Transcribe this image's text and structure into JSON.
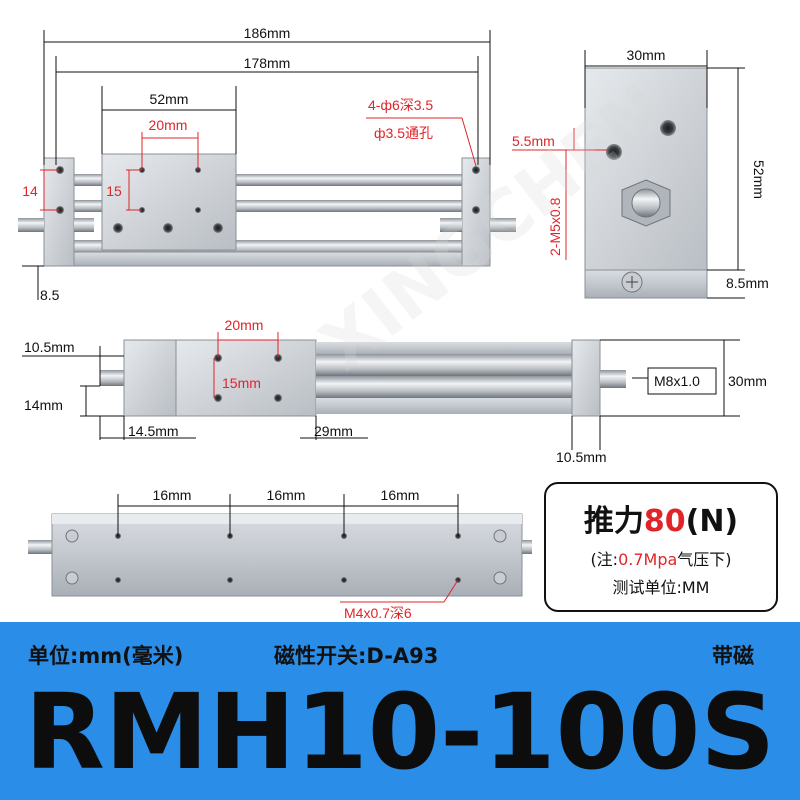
{
  "top_view": {
    "overall_length": "186mm",
    "rail_length": "178mm",
    "slider_length": "52mm",
    "hole_pitch": "20mm",
    "left_height": "14",
    "hole_spacing": "15",
    "bottom_offset": "8.5",
    "hole_note_line1": "4-ф6深3.5",
    "hole_note_line2": "ф3.5通孔"
  },
  "end_view": {
    "width": "30mm",
    "hole_offset": "5.5mm",
    "thread_spec": "2-M5x0.8",
    "height": "52mm",
    "base_height": "8.5mm"
  },
  "side_view": {
    "left_gap": "10.5mm",
    "left_height": "14mm",
    "left_width": "14.5mm",
    "hole_pitch_h": "20mm",
    "hole_pitch_v": "15mm",
    "block_width": "29mm",
    "thread": "M8x1.0",
    "height": "30mm",
    "right_gap": "10.5mm"
  },
  "bottom_view": {
    "pitch_1": "16mm",
    "pitch_2": "16mm",
    "pitch_3": "16mm",
    "hole_note": "M4x0.7深6"
  },
  "spec": {
    "force_label": "推力",
    "force_value": "80",
    "force_unit": "(N)",
    "note_prefix": "(注:",
    "note_value": "0.7Mpa",
    "note_suffix": "气压下)",
    "unit_label": "测试单位:MM"
  },
  "banner": {
    "unit": "单位:mm(毫米)",
    "switch": "磁性开关:D-A93",
    "magnet": "带磁",
    "model": "RMH10-100S"
  },
  "watermark": "XINGCHEN",
  "colors": {
    "accent_red": "#e0242a",
    "banner_blue": "#2a8ee8"
  }
}
